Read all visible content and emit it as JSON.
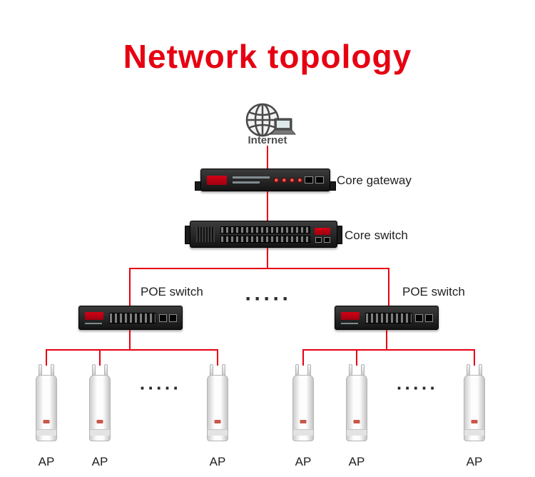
{
  "page": {
    "title": "Network topology"
  },
  "colors": {
    "accent": "#e60012",
    "device_dark": "#1f1f1f",
    "label_text": "#222222"
  },
  "internet": {
    "label": "Internet"
  },
  "devices": {
    "core_gateway": {
      "label": "Core gateway"
    },
    "core_switch": {
      "label": "Core switch"
    },
    "poe_left": {
      "label": "POE switch"
    },
    "poe_right": {
      "label": "POE switch"
    }
  },
  "ellipsis": {
    "middle": "·····",
    "ap_group_left": "·····",
    "ap_group_right": "·····"
  },
  "aps": [
    {
      "label": "AP"
    },
    {
      "label": "AP"
    },
    {
      "label": "AP"
    },
    {
      "label": "AP"
    },
    {
      "label": "AP"
    },
    {
      "label": "AP"
    }
  ]
}
